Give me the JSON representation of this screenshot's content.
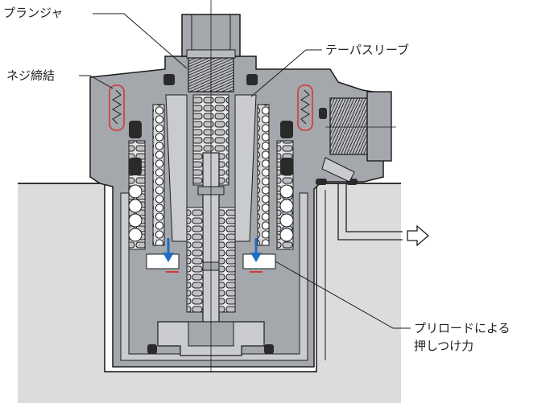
{
  "labels": {
    "plunger": "プランジャ",
    "taper_sleeve": "テーパスリーブ",
    "screw_fastening": "ネジ締結",
    "preload_line1": "プリロードによる",
    "preload_line2": "押しつけ力"
  },
  "colors": {
    "body": "#a4a7ab",
    "body_dark": "#8c8f93",
    "face": "#c9cbce",
    "workpiece": "#dcdcdc",
    "outline": "#1c1c1c",
    "arrow": "#1f6fc0",
    "highlight": "#d23a3a"
  }
}
